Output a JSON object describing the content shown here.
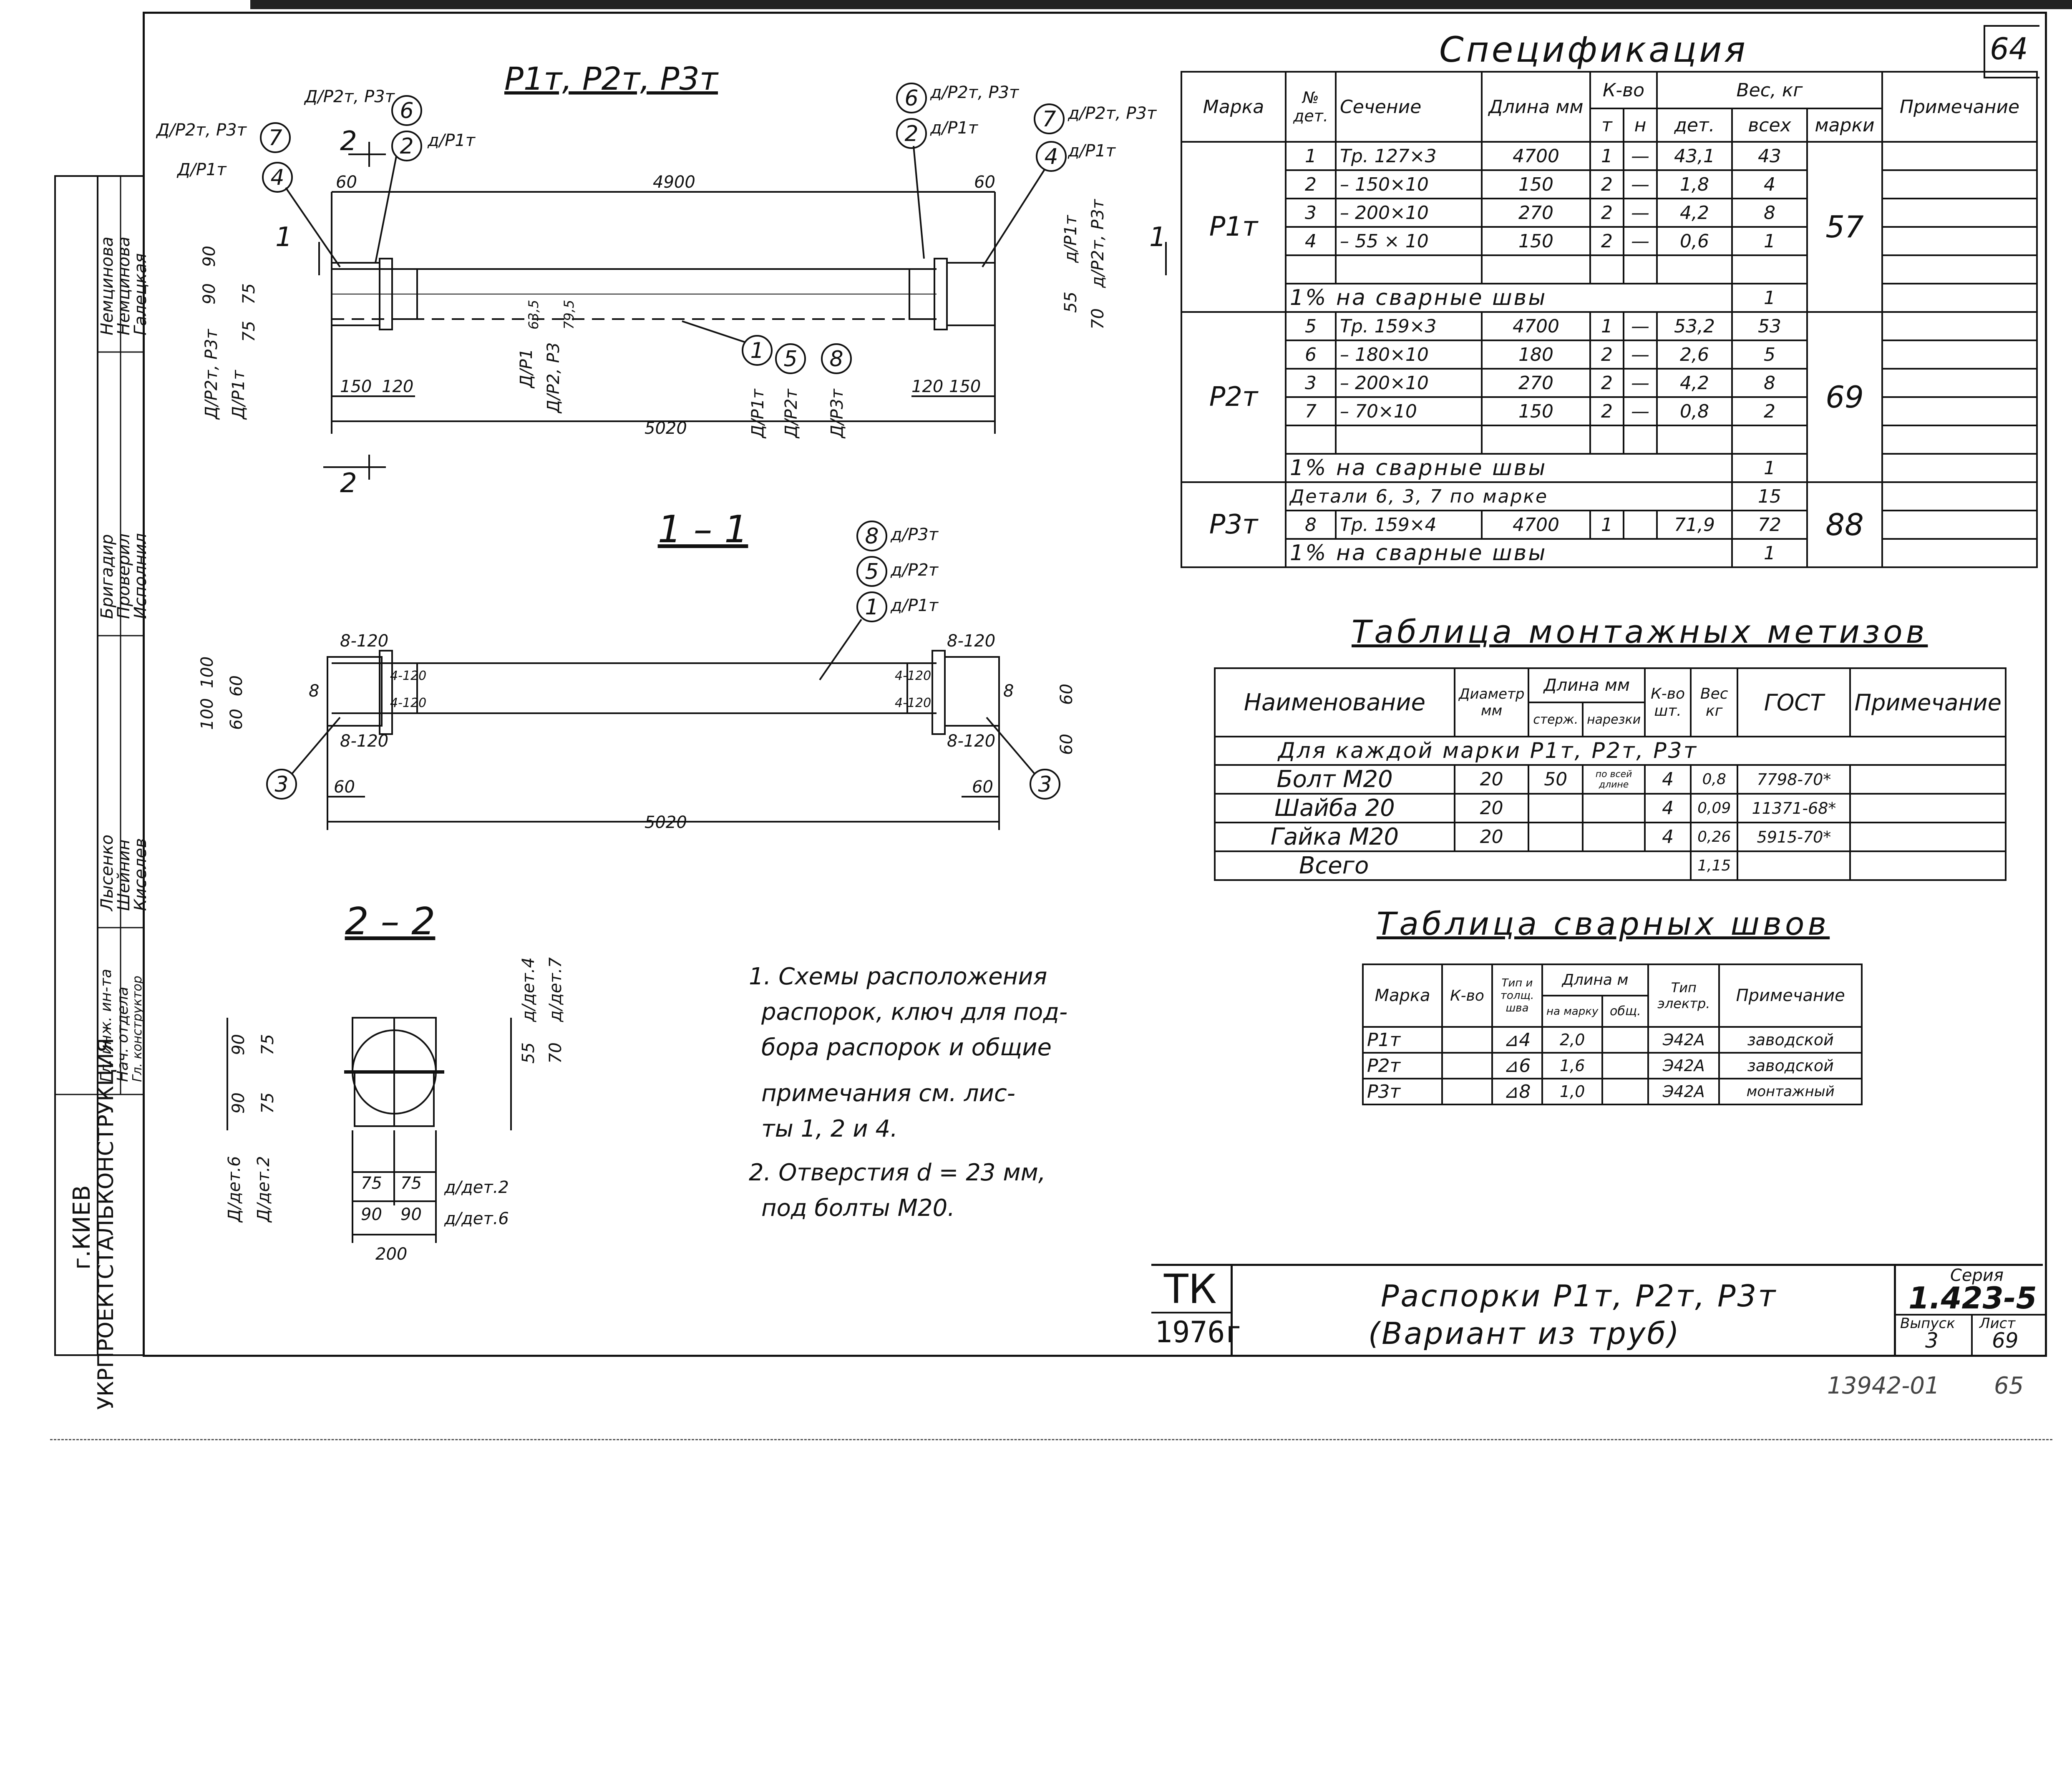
{
  "sheet_corner": "64",
  "spec": {
    "title": "Спецификация",
    "headers": {
      "marka": "Марка",
      "det_no": "№ дет.",
      "section": "Сечение",
      "length": "Длина мм",
      "qty": "К-во",
      "qty_t": "т",
      "qty_n": "н",
      "weight": "Вес, кг",
      "w_det": "дет.",
      "w_all": "всех",
      "w_mark": "марки",
      "note": "Примечание"
    },
    "groups": [
      {
        "mark": "Р1т",
        "mark_weight": "57",
        "rows": [
          {
            "det": "1",
            "section": "Тр. 127×3",
            "length": "4700",
            "t": "1",
            "n": "—",
            "w_det": "43,1",
            "w_all": "43"
          },
          {
            "det": "2",
            "section": "– 150×10",
            "length": "150",
            "t": "2",
            "n": "—",
            "w_det": "1,8",
            "w_all": "4"
          },
          {
            "det": "3",
            "section": "– 200×10",
            "length": "270",
            "t": "2",
            "n": "—",
            "w_det": "4,2",
            "w_all": "8"
          },
          {
            "det": "4",
            "section": "– 55 × 10",
            "length": "150",
            "t": "2",
            "n": "—",
            "w_det": "0,6",
            "w_all": "1"
          }
        ],
        "welds_label": "1% на сварные швы",
        "welds_value": "1"
      },
      {
        "mark": "Р2т",
        "mark_weight": "69",
        "rows": [
          {
            "det": "5",
            "section": "Тр. 159×3",
            "length": "4700",
            "t": "1",
            "n": "—",
            "w_det": "53,2",
            "w_all": "53"
          },
          {
            "det": "6",
            "section": "– 180×10",
            "length": "180",
            "t": "2",
            "n": "—",
            "w_det": "2,6",
            "w_all": "5"
          },
          {
            "det": "3",
            "section": "– 200×10",
            "length": "270",
            "t": "2",
            "n": "—",
            "w_det": "4,2",
            "w_all": "8"
          },
          {
            "det": "7",
            "section": "– 70×10",
            "length": "150",
            "t": "2",
            "n": "—",
            "w_det": "0,8",
            "w_all": "2"
          }
        ],
        "welds_label": "1% на сварные швы",
        "welds_value": "1"
      },
      {
        "mark": "Р3т",
        "mark_weight": "88",
        "details_note": "Детали 6, 3, 7 по марке",
        "details_value": "15",
        "rows": [
          {
            "det": "8",
            "section": "Тр. 159×4",
            "length": "4700",
            "t": "1",
            "n": "",
            "w_det": "71,9",
            "w_all": "72"
          }
        ],
        "welds_label": "1% на сварные швы",
        "welds_value": "1"
      }
    ]
  },
  "bolts": {
    "title": "Таблица монтажных метизов",
    "headers": {
      "name": "Наименование",
      "diam": "Диаметр мм",
      "len": "Длина мм",
      "len_rod": "стерж.",
      "len_thread": "нарезки",
      "qty": "К-во шт.",
      "weight": "Вес кг",
      "gost": "ГОСТ",
      "note": "Примечание"
    },
    "group_label": "Для каждой марки Р1т, Р2т, Р3т",
    "rows": [
      {
        "name": "Болт М20",
        "diam": "20",
        "rod": "50",
        "thread": "по всей длине",
        "qty": "4",
        "weight": "0,8",
        "gost": "7798-70*"
      },
      {
        "name": "Шайба 20",
        "diam": "20",
        "rod": "",
        "thread": "",
        "qty": "4",
        "weight": "0,09",
        "gost": "11371-68*"
      },
      {
        "name": "Гайка М20",
        "diam": "20",
        "rod": "",
        "thread": "",
        "qty": "4",
        "weight": "0,26",
        "gost": "5915-70*"
      }
    ],
    "total_label": "Всего",
    "total_value": "1,15"
  },
  "welds": {
    "title": "Таблица сварных швов",
    "headers": {
      "mark": "Марка",
      "qty": "К-во",
      "type": "Тип и толщ. шва",
      "len": "Длина м",
      "len_per": "на марку",
      "len_total": "общ.",
      "electrode": "Тип электр.",
      "note": "Примечание"
    },
    "rows": [
      {
        "mark": "Р1т",
        "type": "⊿4",
        "len": "2,0",
        "electrode": "Э42А",
        "note": "заводской"
      },
      {
        "mark": "Р2т",
        "type": "⊿6",
        "len": "1,6",
        "electrode": "Э42А",
        "note": "заводской"
      },
      {
        "mark": "Р3т",
        "type": "⊿8",
        "len": "1,0",
        "electrode": "Э42А",
        "note": "монтажный"
      }
    ]
  },
  "drawing": {
    "title_main": "Р1т, Р2т, Р3т",
    "section_1": "1 – 1",
    "section_2": "2 – 2",
    "dims": {
      "d4900": "4900",
      "d5020": "5020",
      "d60": "60",
      "d150": "150",
      "d120": "120",
      "d90": "90",
      "d75": "75",
      "d100": "100",
      "d200": "200",
      "d55": "55",
      "d70": "70",
      "d635": "63,5",
      "d795": "79,5",
      "d8_120": "8-120",
      "d4_120": "4-120",
      "d8": "8"
    },
    "callouts": {
      "c1": "1",
      "c2": "2",
      "c3": "3",
      "c4": "4",
      "c5": "5",
      "c6": "6",
      "c7": "7",
      "c8": "8"
    },
    "labels": {
      "d_p2t_p3t": "Д/Р2т, Р3т",
      "d_p1t": "Д/Р1т",
      "a_p1t": "д/Р1т",
      "a_p2t_p3t": "д/Р2т, Р3т",
      "a_p2t": "д/Р2т",
      "a_p3t": "д/Р3т",
      "d_p1": "Д/Р1",
      "d_p2_p3": "Д/Р2, Р3",
      "d_p2t": "Д/Р2т",
      "d_p3t": "Д/Р3т",
      "d_det4": "д/дет.4",
      "d_det7": "д/дет.7",
      "d_det6": "Д/дет.6",
      "d_det2": "Д/дет.2",
      "a_det2": "д/дет.2",
      "a_det6": "д/дет.6",
      "sec1": "1",
      "sec2": "2"
    }
  },
  "notes": [
    "1. Схемы расположения",
    "распорок, ключ для под-",
    "бора распорок и общие",
    "примечания см. лис-",
    "ты 1, 2 и 4.",
    "2. Отверстия d = 23 мм,",
    "под болты М20."
  ],
  "side_stamp": {
    "org": "УКРПРОЕКТСТАЛЬКОНСТРУКЦИЯ",
    "city": "г.КИЕВ",
    "roles": [
      "Гл. инж. ин-та",
      "Нач. отдела",
      "Гл. конструктор",
      "Бригадир",
      "Проверил",
      "Исполнил"
    ],
    "names": [
      "Лысенко",
      "Шейнин",
      "Киселев",
      "Немцинова",
      "Немцинова",
      "Галецкая"
    ]
  },
  "title_block": {
    "tk": "ТК",
    "year": "1976г",
    "name_line1": "Распорки Р1т, Р2т, Р3т",
    "name_line2": "(Вариант из труб)",
    "series_label": "Серия",
    "series_value": "1.423-5",
    "issue_label": "Выпуск",
    "issue_value": "3",
    "sheet_label": "Лист",
    "sheet_value": "69"
  },
  "footer_ref": "13942-01",
  "footer_page": "65"
}
